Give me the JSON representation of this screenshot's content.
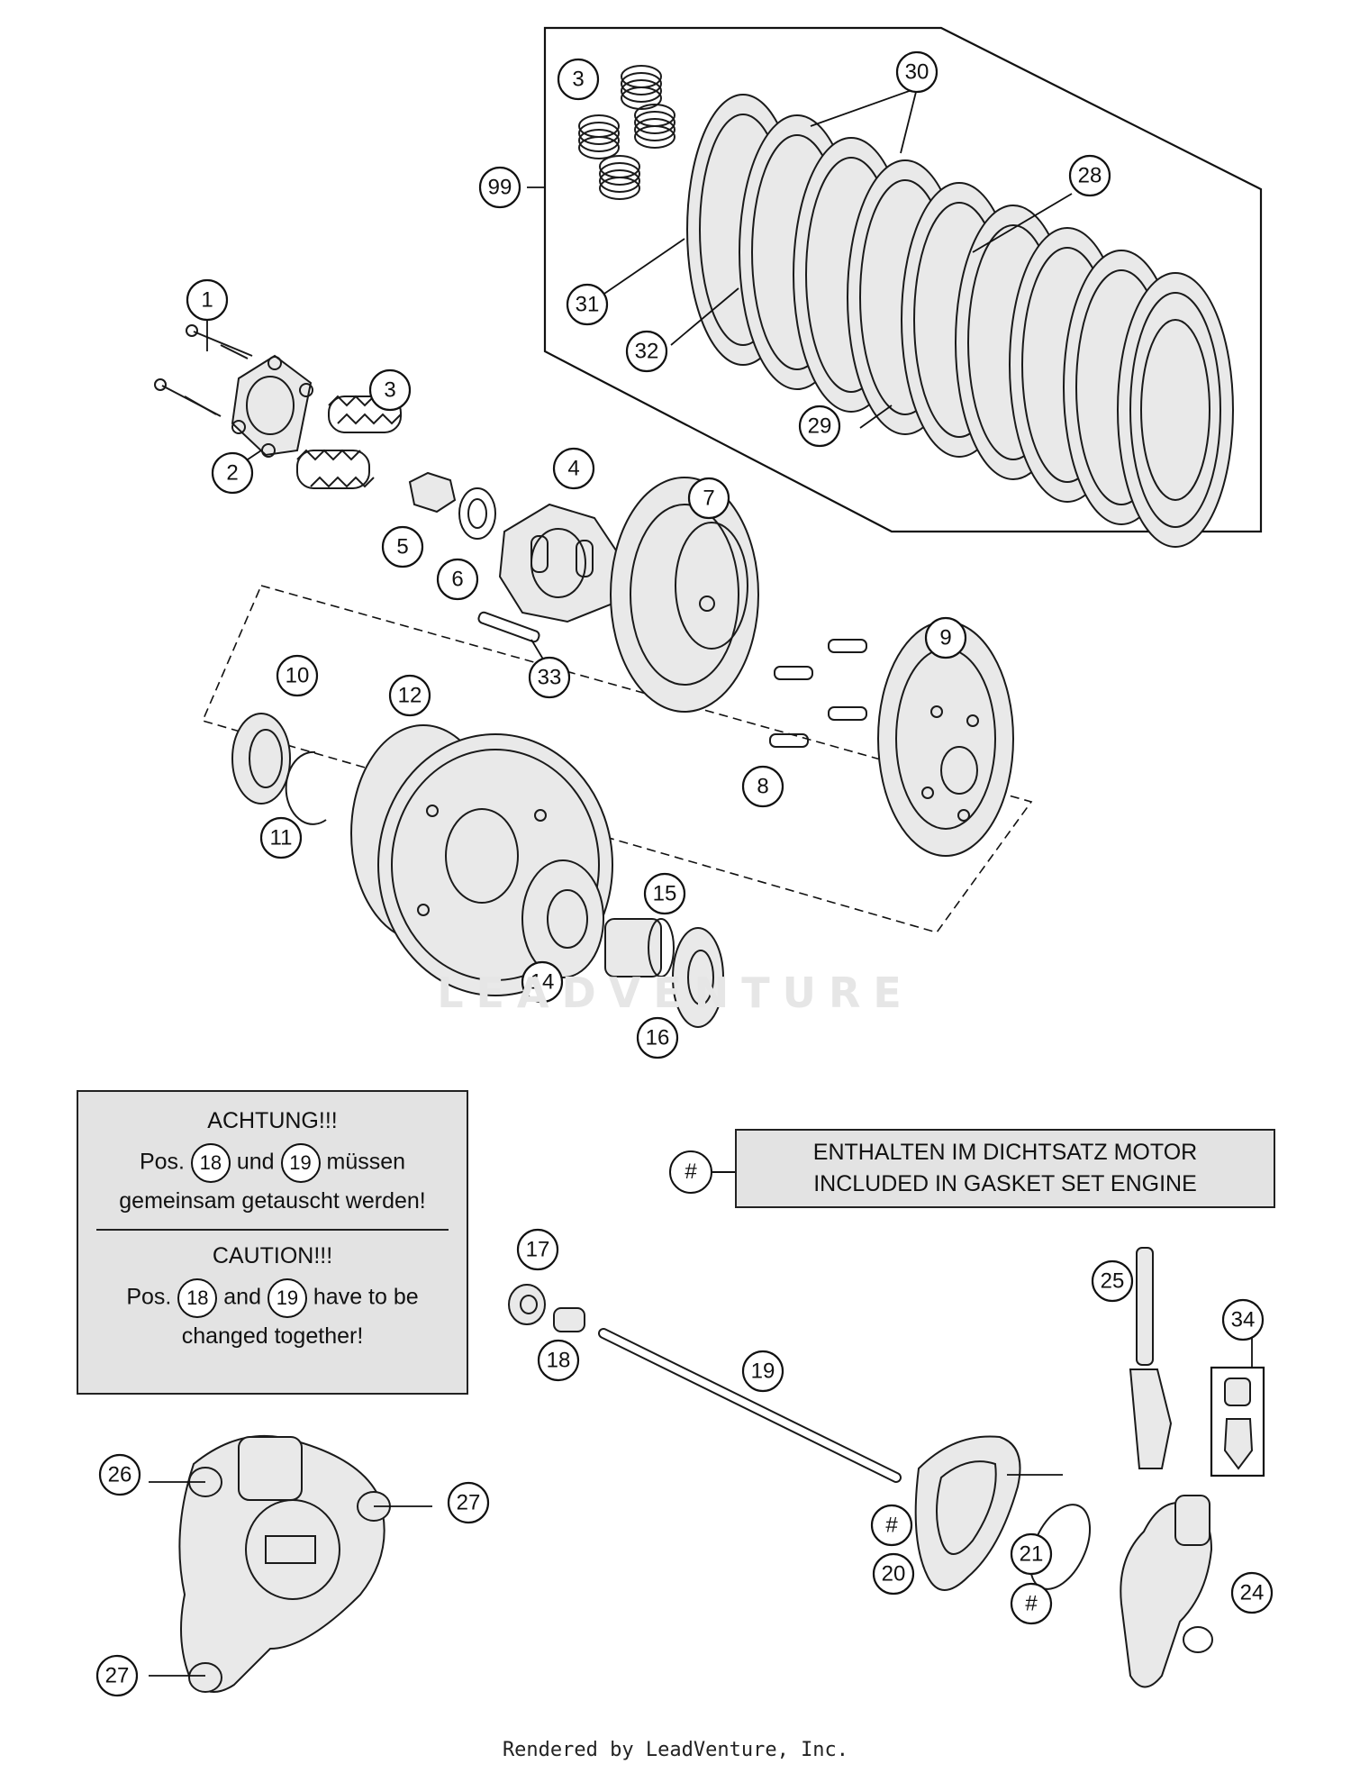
{
  "callouts": [
    {
      "label": "1"
    },
    {
      "label": "2"
    },
    {
      "label": "3"
    },
    {
      "label": "3"
    },
    {
      "label": "4"
    },
    {
      "label": "5"
    },
    {
      "label": "6"
    },
    {
      "label": "7"
    },
    {
      "label": "8"
    },
    {
      "label": "9"
    },
    {
      "label": "10"
    },
    {
      "label": "11"
    },
    {
      "label": "12"
    },
    {
      "label": "14"
    },
    {
      "label": "15"
    },
    {
      "label": "16"
    },
    {
      "label": "17"
    },
    {
      "label": "18"
    },
    {
      "label": "19"
    },
    {
      "label": "20"
    },
    {
      "label": "#"
    },
    {
      "label": "21"
    },
    {
      "label": "#"
    },
    {
      "label": "24"
    },
    {
      "label": "25"
    },
    {
      "label": "26"
    },
    {
      "label": "27"
    },
    {
      "label": "27"
    },
    {
      "label": "28"
    },
    {
      "label": "29"
    },
    {
      "label": "30"
    },
    {
      "label": "31"
    },
    {
      "label": "32"
    },
    {
      "label": "33"
    },
    {
      "label": "34"
    },
    {
      "label": "99"
    }
  ],
  "warning": {
    "de_title": "ACHTUNG!!!",
    "de_pos": "Pos.",
    "de_ref1": "18",
    "de_and": "und",
    "de_ref2": "19",
    "de_line1_end": "müssen",
    "de_line2": "gemeinsam getauscht werden!",
    "en_title": "CAUTION!!!",
    "en_pos": "Pos.",
    "en_ref1": "18",
    "en_and": "and",
    "en_ref2": "19",
    "en_line1_end": "have to be",
    "en_line2": "changed together!"
  },
  "legend": {
    "symbol": "#",
    "line_de": "ENTHALTEN IM DICHTSATZ MOTOR",
    "line_en": "INCLUDED IN GASKET SET ENGINE"
  },
  "watermark": "LEADVENTURE",
  "footer": "Rendered by LeadVenture, Inc."
}
